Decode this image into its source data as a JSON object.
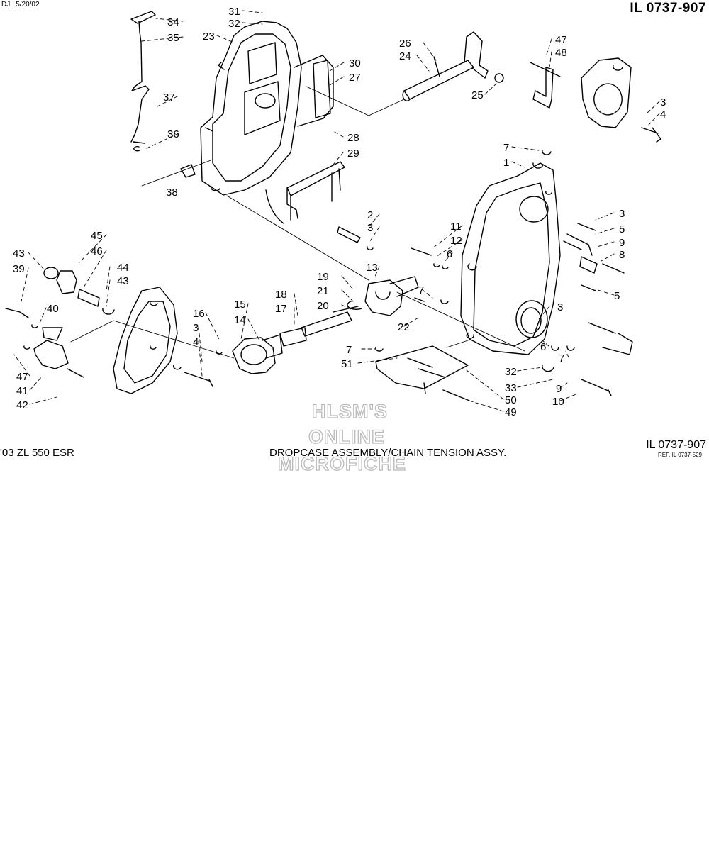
{
  "header": {
    "corner_note": "DJL 5/20/02",
    "illustration_number": "IL 0737-907"
  },
  "footer": {
    "model": "'03 ZL 550 ESR",
    "caption": "DROPCASE ASSEMBLY/CHAIN TENSION ASSY.",
    "illustration_number": "IL 0737-907",
    "reference": "REF. IL 0737-529"
  },
  "watermark": {
    "line1": "HLSM'S",
    "line2": "ONLINE",
    "line3": "MICROFICHE"
  },
  "callouts": [
    "34",
    "35",
    "37",
    "36",
    "31",
    "32",
    "23",
    "30",
    "27",
    "28",
    "29",
    "38",
    "26",
    "24",
    "25",
    "47",
    "48",
    "3",
    "4",
    "7",
    "1",
    "3",
    "5",
    "9",
    "8",
    "5",
    "2",
    "3",
    "11",
    "12",
    "6",
    "13",
    "19",
    "21",
    "20",
    "18",
    "17",
    "7",
    "22",
    "3",
    "6",
    "7",
    "45",
    "46",
    "43",
    "39",
    "44",
    "43",
    "40",
    "16",
    "3",
    "4",
    "15",
    "14",
    "47",
    "41",
    "42",
    "7",
    "51",
    "32",
    "33",
    "9",
    "10",
    "50",
    "49"
  ],
  "colors": {
    "ink": "#000000",
    "watermark": "#b9b9b9"
  }
}
